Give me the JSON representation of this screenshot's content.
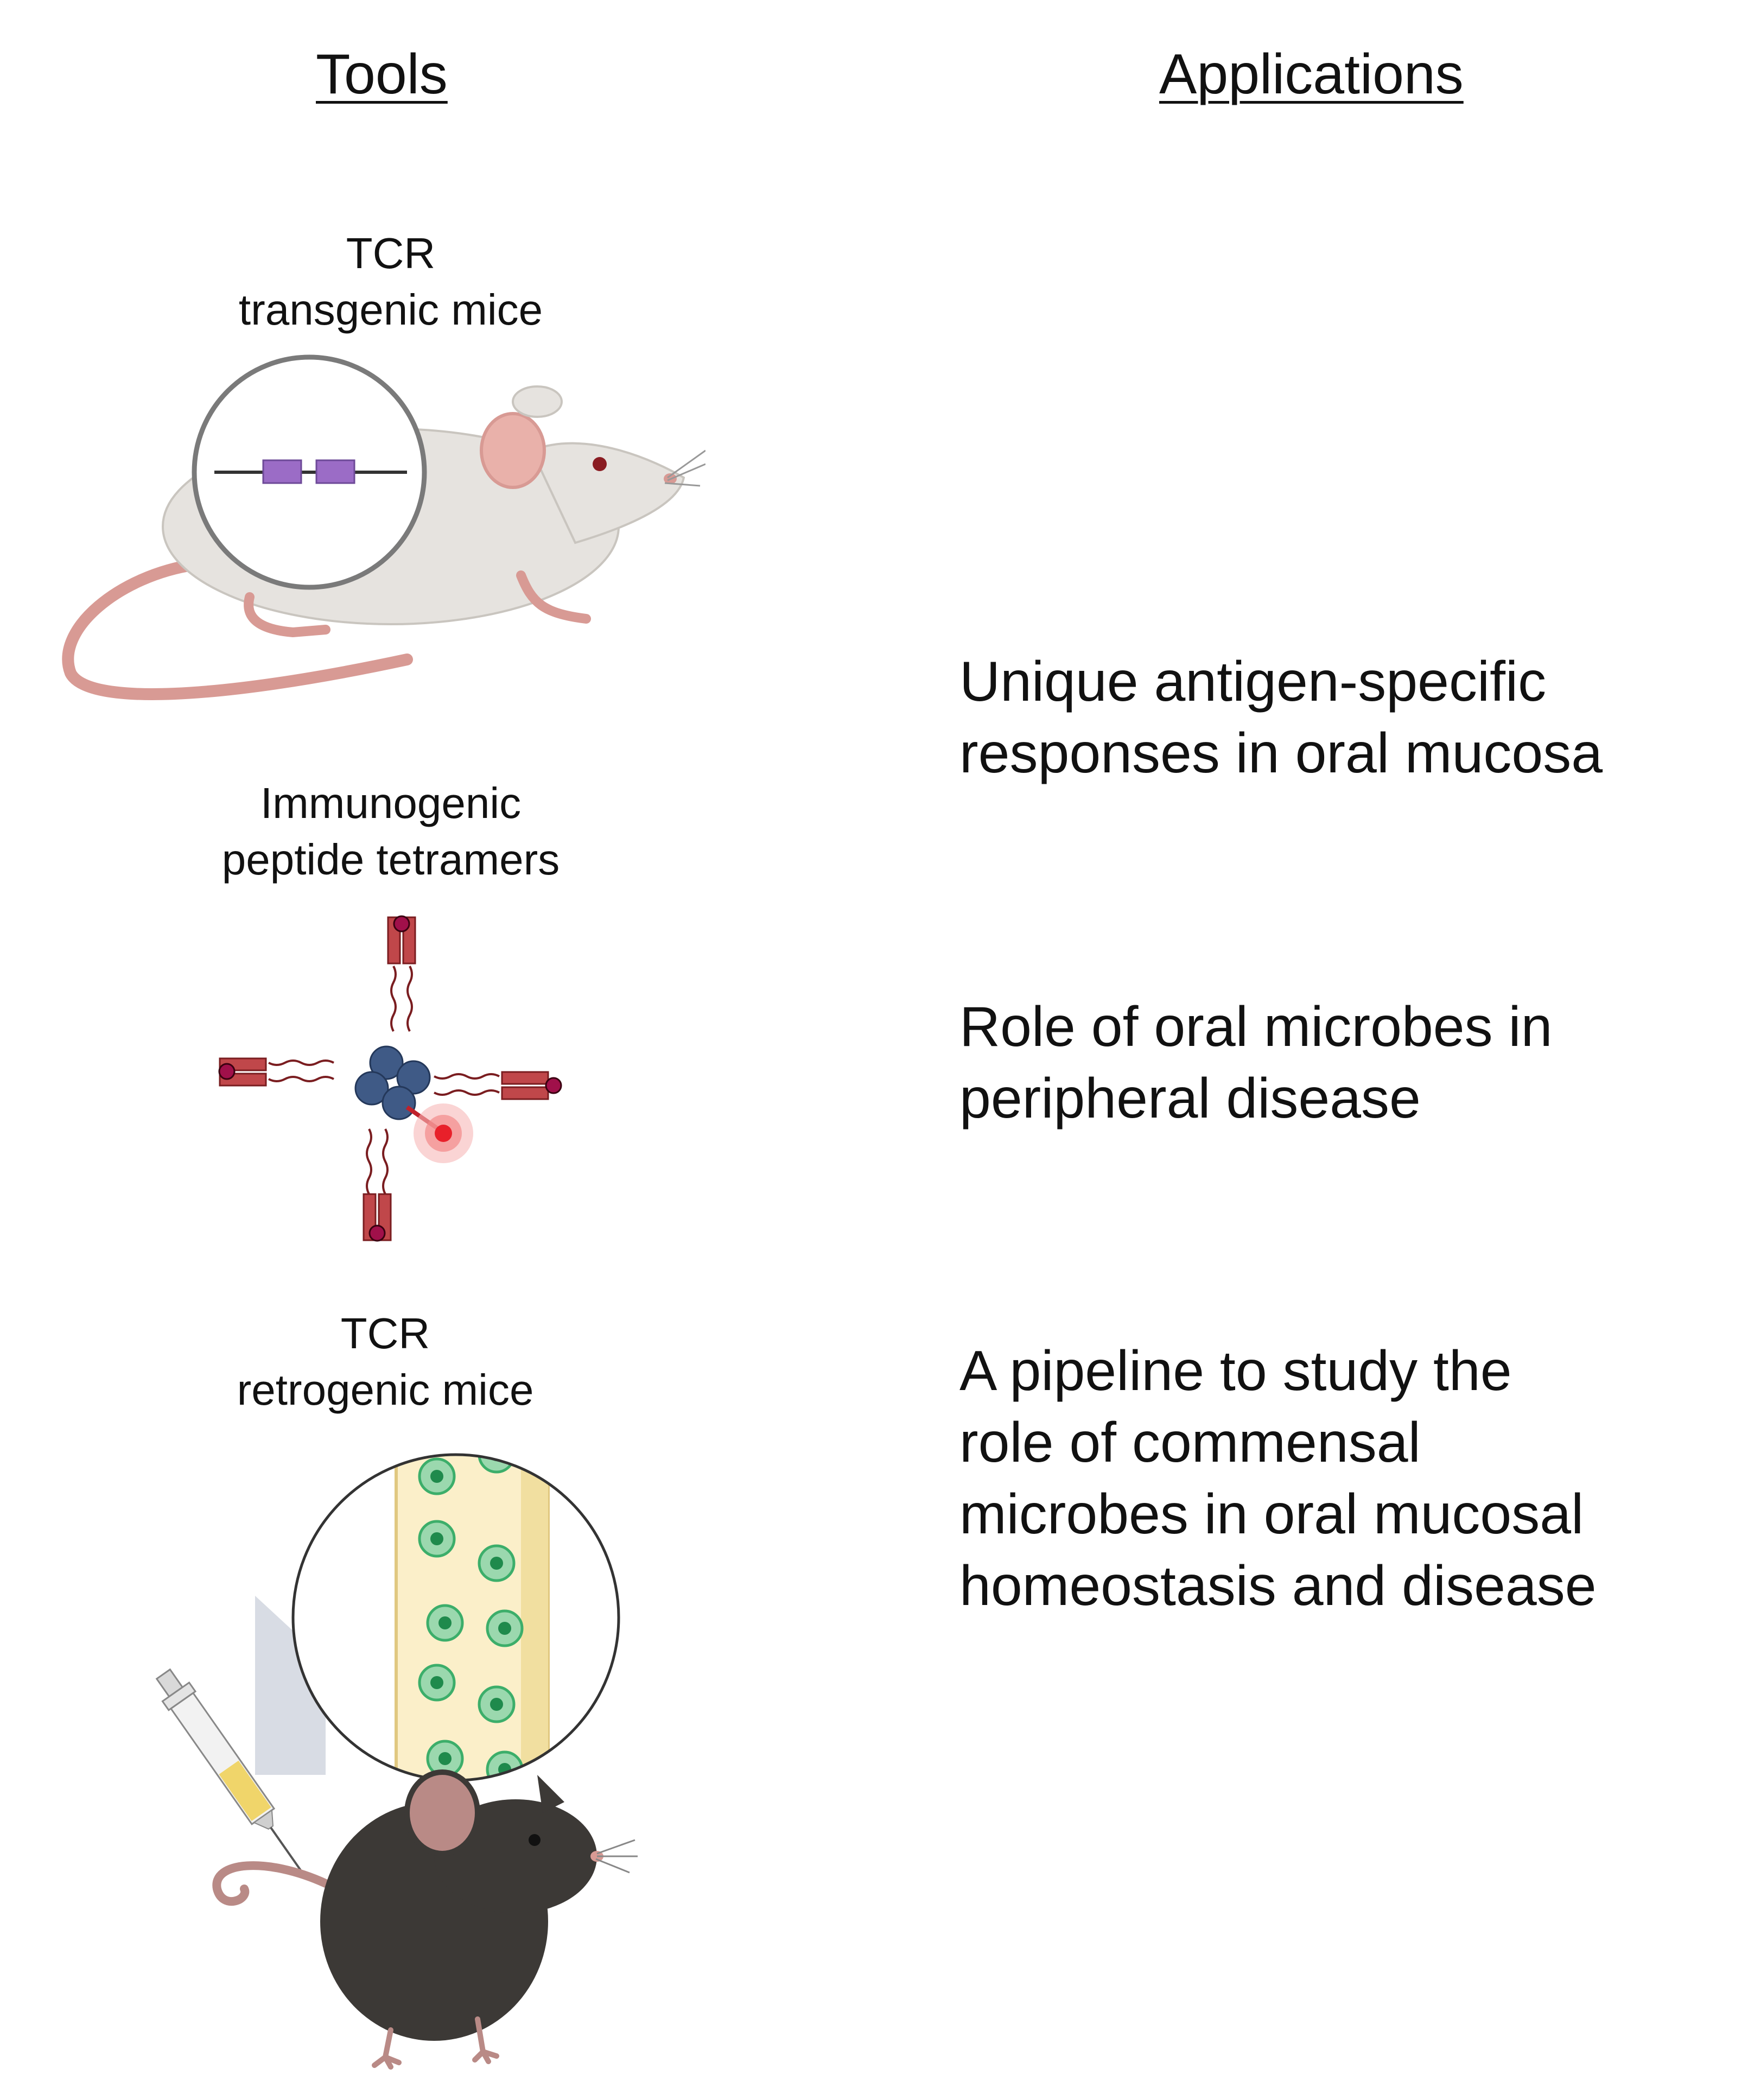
{
  "headings": {
    "tools": "Tools",
    "applications": "Applications"
  },
  "tools": [
    {
      "line1": "TCR",
      "line2": "transgenic mice",
      "illustration": "white-mouse-with-transgene-icon"
    },
    {
      "line1": "Immunogenic",
      "line2": "peptide tetramers",
      "illustration": "tetramer-icon"
    },
    {
      "line1": "TCR",
      "line2": "retrogenic mice",
      "illustration": "syringe-black-mouse-bone-marrow-icon"
    }
  ],
  "applications": [
    {
      "lines": [
        "Unique antigen-specific",
        "responses in oral mucosa"
      ]
    },
    {
      "lines": [
        "Role of oral microbes in",
        "peripheral disease"
      ]
    },
    {
      "lines": [
        "A pipeline to study the",
        "role of commensal",
        "microbes in oral mucosal",
        "homeostasis and disease"
      ]
    }
  ],
  "colors": {
    "text": "#111111",
    "transgene_box": "#9b6cc6",
    "tetramer_red": "#c0474a",
    "streptavidin": "#3f5a86",
    "fluorophore": "#e8202a",
    "t_cell": "#3cae6a",
    "mouse_white": "#e6e3df",
    "mouse_black": "#3c3936",
    "mouse_pink": "#d89a94"
  }
}
